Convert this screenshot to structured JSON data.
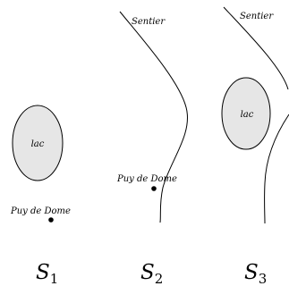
{
  "colors": {
    "background": "#ffffff",
    "lake_fill": "#e6e6e6",
    "stroke": "#000000"
  },
  "scenes": [
    {
      "label": "S",
      "subscript": "1",
      "lake": "lac",
      "point": "Puy  de Dome"
    },
    {
      "label": "S",
      "subscript": "2",
      "path": "Sentier",
      "point": "Puy  de Dome"
    },
    {
      "label": "S",
      "subscript": "3",
      "path": "Sentier",
      "lake": "lac"
    }
  ]
}
